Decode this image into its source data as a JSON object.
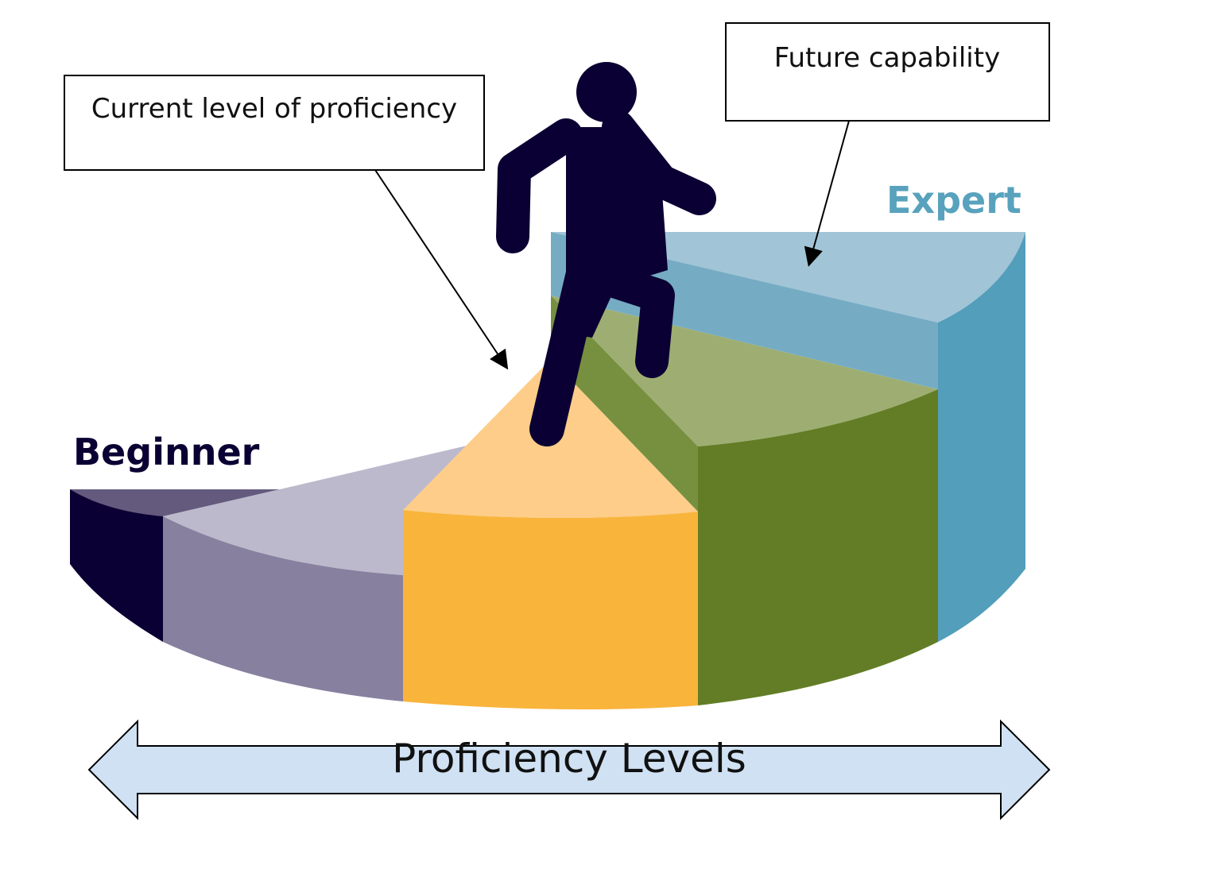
{
  "callouts": {
    "current": "Current level of proficiency",
    "future": "Future capability"
  },
  "levels": {
    "beginner": "Beginner",
    "expert": "Expert"
  },
  "axis": {
    "label": "Proficiency Levels"
  },
  "colors": {
    "navy": "#0b0033",
    "dark_purple_top": "#645a7e",
    "lavender_top": "#bcb9cc",
    "lavender_side": "#87809f",
    "orange_top": "#fdcd89",
    "orange_side": "#f9b43c",
    "green_top": "#9eae72",
    "green_bevel": "#76903f",
    "green_side": "#627d25",
    "blue_top": "#a2c4d7",
    "blue_bevel": "#75acc4",
    "blue_side": "#539eba",
    "expert_label": "#58a2bd",
    "arrow_fill": "#cfe1f2"
  },
  "icons": {
    "figure": "climbing-person-icon"
  }
}
